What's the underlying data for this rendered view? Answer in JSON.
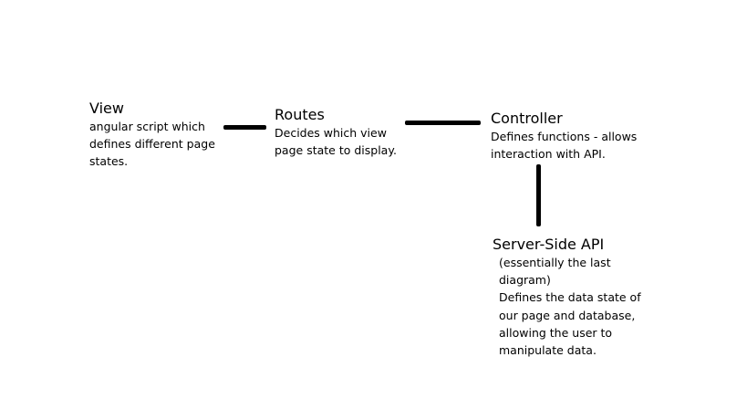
{
  "nodes": {
    "view": {
      "title": "View",
      "lines": [
        "angular script which",
        "defines different page",
        "states."
      ]
    },
    "routes": {
      "title": "Routes",
      "lines": [
        "Decides which view",
        "page state to display."
      ]
    },
    "controller": {
      "title": "Controller",
      "lines": [
        "Defines functions - allows",
        "interaction with API."
      ]
    },
    "api": {
      "title": "Server-Side API",
      "lines": [
        "(essentially the last",
        "diagram)",
        "Defines the data state of",
        "our page and database,",
        "allowing the user to",
        "manipulate data."
      ]
    }
  },
  "connectors": [
    {
      "from": "View",
      "to": "Routes"
    },
    {
      "from": "Routes",
      "to": "Controller"
    },
    {
      "from": "Controller",
      "to": "Server-Side API"
    }
  ],
  "colors": {
    "background": "#ffffff",
    "text": "#000000",
    "line": "#000000"
  }
}
